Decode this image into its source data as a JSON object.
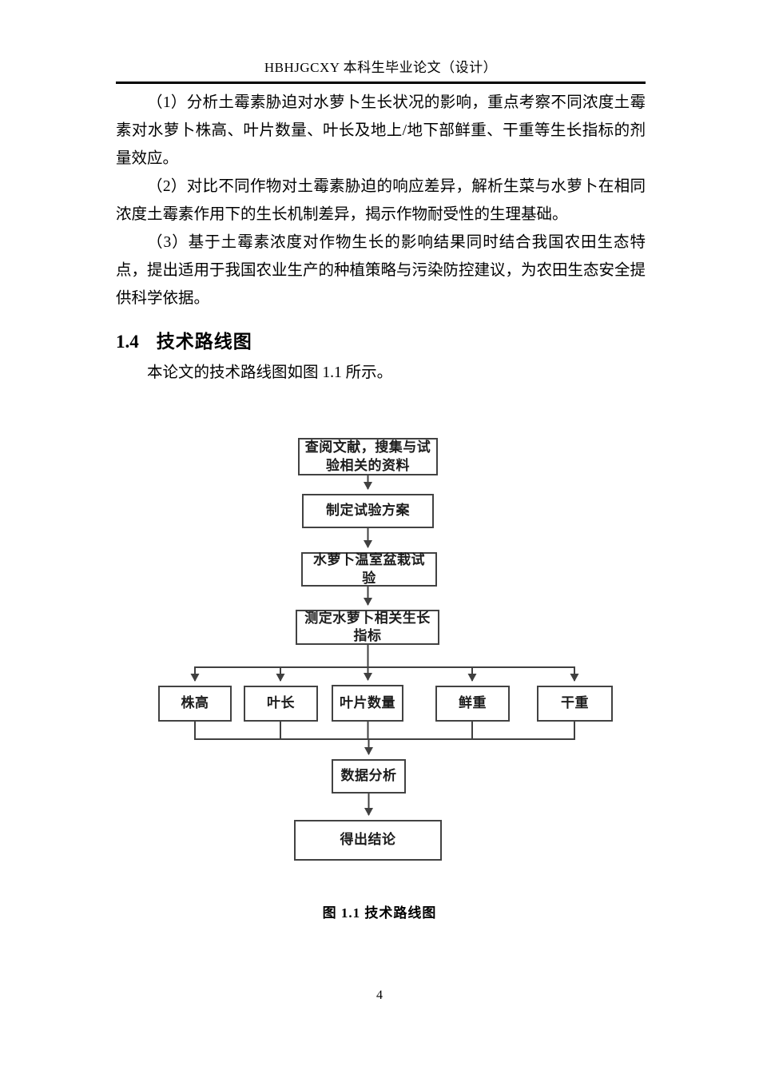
{
  "header": {
    "title": "HBHJGCXY 本科生毕业论文（设计）"
  },
  "paragraphs": [
    {
      "text": "（1）分析土霉素胁迫对水萝卜生长状况的影响，重点考察不同浓度土霉素对水萝卜株高、叶片数量、叶长及地上/地下部鲜重、干重等生长指标的剂量效应。"
    },
    {
      "text": "（2）对比不同作物对土霉素胁迫的响应差异，解析生菜与水萝卜在相同浓度土霉素作用下的生长机制差异，揭示作物耐受性的生理基础。"
    },
    {
      "text": "（3）基于土霉素浓度对作物生长的影响结果同时结合我国农田生态特点，提出适用于我国农业生产的种植策略与污染防控建议，为农田生态安全提供科学依据。"
    }
  ],
  "section": {
    "number": "1.4",
    "title": "技术路线图"
  },
  "intro": {
    "text": "本论文的技术路线图如图 1.1 所示。"
  },
  "flowchart": {
    "line_color": "#404040",
    "nodes": {
      "literature": "查阅文献，搜集与试验相关的资料",
      "plan": "制定试验方案",
      "experiment": "水萝卜温室盆栽试验",
      "measure": "测定水萝卜相关生长指标",
      "plant_height": "株高",
      "leaf_length": "叶长",
      "leaf_count": "叶片数量",
      "fresh_weight": "鲜重",
      "dry_weight": "干重",
      "analysis": "数据分析",
      "conclusion": "得出结论"
    }
  },
  "caption": {
    "text": "图 1.1 技术路线图"
  },
  "page_number": "4"
}
